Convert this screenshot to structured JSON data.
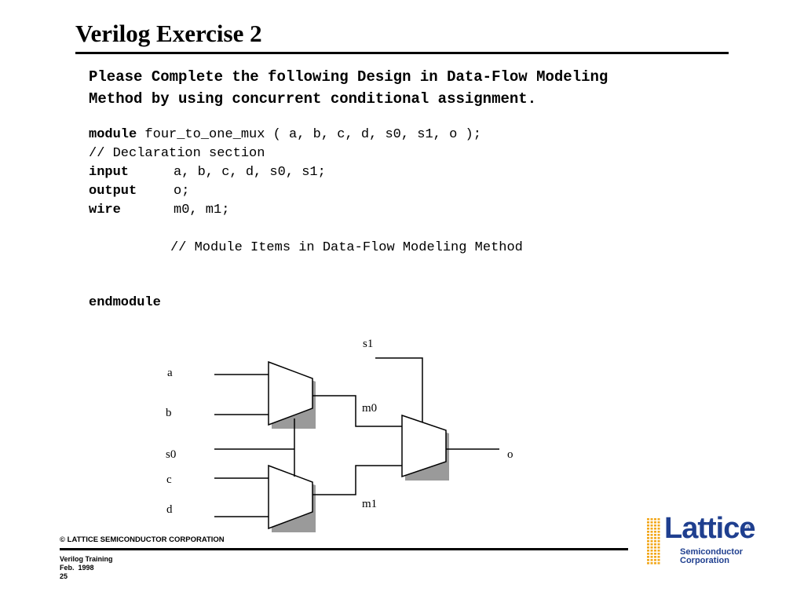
{
  "slide": {
    "title": "Verilog Exercise 2",
    "instruction_lines": [
      "Please Complete the following Design in Data-Flow Modeling",
      "Method by using concurrent conditional assignment."
    ]
  },
  "code": {
    "module_kw": "module",
    "module_sig": "four_to_one_mux ( a, b, c, d, s0, s1, o );",
    "comment_decl": "// Declaration section",
    "input_kw": "input",
    "input_list": "a, b, c, d, s0, s1;",
    "output_kw": "output",
    "output_list": "o;",
    "wire_kw": "wire",
    "wire_list": "m0, m1;",
    "comment_items": "// Module Items in Data-Flow Modeling Method",
    "endmodule_kw": "endmodule"
  },
  "diagram": {
    "labels": {
      "a": "a",
      "b": "b",
      "s0": "s0",
      "c": "c",
      "d": "d",
      "s1": "s1",
      "m0": "m0",
      "m1": "m1",
      "o": "o"
    }
  },
  "footer": {
    "copyright": "© LATTICE SEMICONDUCTOR CORPORATION",
    "course": "Verilog Training",
    "date": "Feb.  1998",
    "page": "25"
  },
  "logo": {
    "name": "Lattice",
    "registered": "®",
    "sub1": "Semiconductor",
    "sub2": "Corporation",
    "color": "#1f3f8f",
    "dot_color": "#f2a81d"
  }
}
